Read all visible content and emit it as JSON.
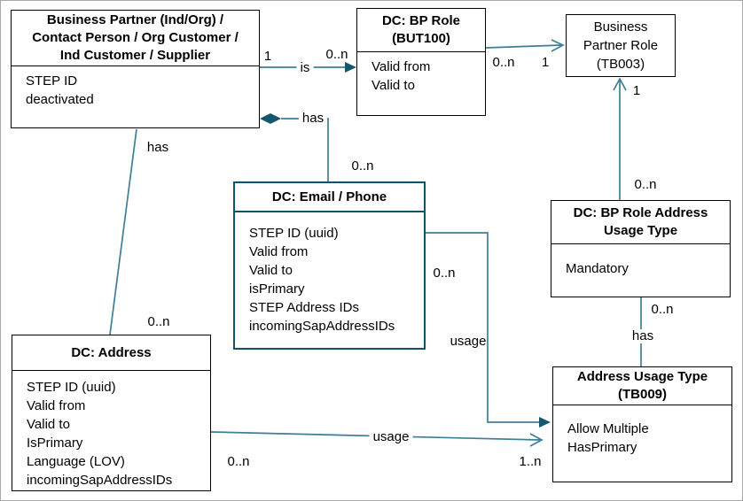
{
  "entities": {
    "business_partner": {
      "title_lines": [
        "Business Partner (Ind/Org) /",
        "Contact Person / Org Customer /",
        "Ind Customer / Supplier"
      ],
      "fields": [
        "STEP ID",
        "deactivated"
      ]
    },
    "bp_role": {
      "title_lines": [
        "DC: BP Role",
        "(BUT100)"
      ],
      "fields": [
        "Valid from",
        "Valid to"
      ]
    },
    "business_partner_role": {
      "title_lines": [
        "Business",
        "Partner Role",
        "(TB003)"
      ]
    },
    "email_phone": {
      "title_lines": [
        "DC: Email / Phone"
      ],
      "fields": [
        "STEP ID (uuid)",
        "Valid from",
        "Valid to",
        "isPrimary",
        "STEP Address IDs",
        "incomingSapAddressIDs"
      ]
    },
    "bp_role_address_usage_type": {
      "title_lines": [
        "DC: BP Role Address",
        "Usage Type"
      ],
      "fields": [
        "Mandatory"
      ]
    },
    "address": {
      "title_lines": [
        "DC: Address"
      ],
      "fields": [
        "STEP ID (uuid)",
        "Valid from",
        "Valid to",
        "IsPrimary",
        "Language (LOV)",
        "incomingSapAddressIDs"
      ]
    },
    "address_usage_type": {
      "title_lines": [
        "Address Usage Type",
        "(TB009)"
      ],
      "fields": [
        "Allow Multiple",
        "HasPrimary"
      ]
    }
  },
  "relationships": {
    "bp_is_bprole": {
      "label": "is",
      "from_mult": "1",
      "to_mult": "0..n"
    },
    "bprole_to_tb003": {
      "from_mult": "0..n",
      "to_mult": "1"
    },
    "bp_has_email": {
      "label": "has",
      "to_mult": "0..n"
    },
    "bp_has_address": {
      "label": "has",
      "to_mult": "0..n"
    },
    "bpra_to_tb003": {
      "from_mult": "0..n",
      "to_mult": "1"
    },
    "bpra_has_tb009": {
      "label": "has",
      "from_mult": "0..n"
    },
    "email_usage_tb009": {
      "label": "usage",
      "from_mult": "0..n"
    },
    "address_usage_tb009": {
      "label": "usage",
      "from_mult": "0..n",
      "to_mult": "1..n"
    }
  },
  "colors": {
    "connector_line": "#3e7f96",
    "connector_fill": "#14566b",
    "email_box_border": "#0e5468",
    "box_border": "#000000",
    "page_border": "#a6a6a6",
    "background": "#ffffff",
    "text": "#000000"
  }
}
